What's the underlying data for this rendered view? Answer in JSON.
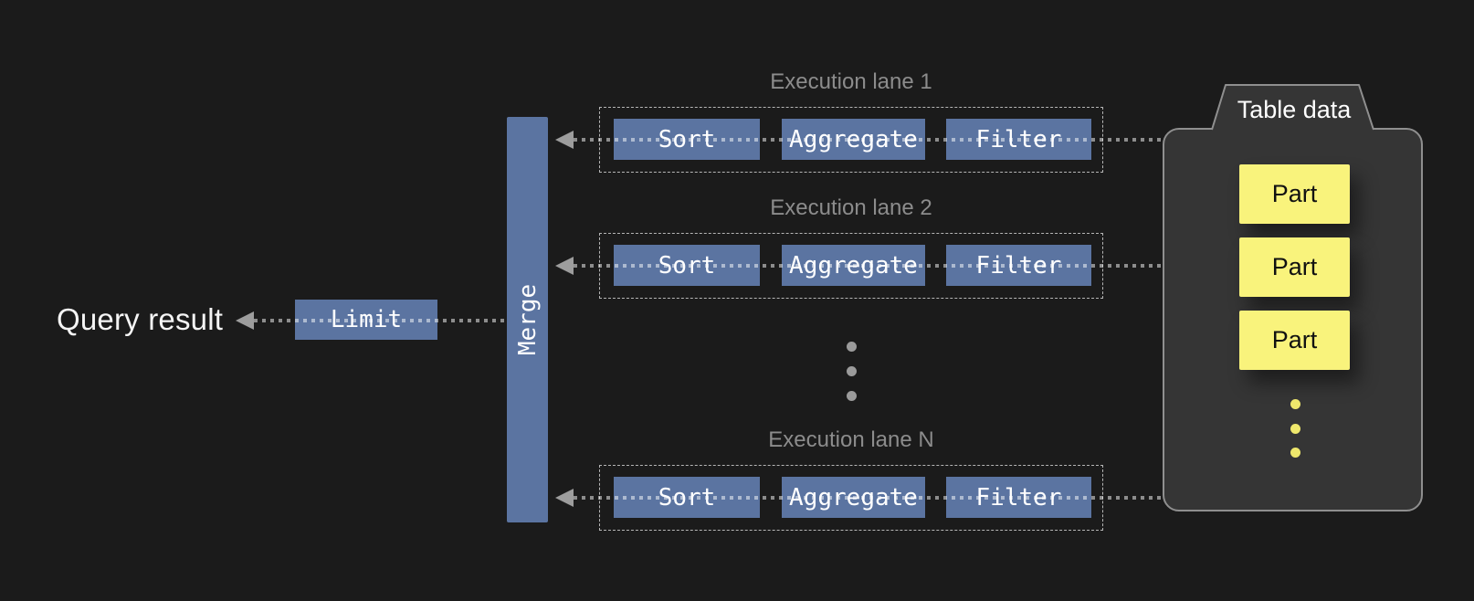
{
  "diagram": {
    "query_result": {
      "label": "Query result"
    },
    "limit": {
      "label": "Limit"
    },
    "merge": {
      "label": "Merge"
    },
    "lanes": [
      {
        "label": "Execution lane 1",
        "ops": [
          "Sort",
          "Aggregate",
          "Filter"
        ]
      },
      {
        "label": "Execution lane 2",
        "ops": [
          "Sort",
          "Aggregate",
          "Filter"
        ]
      },
      {
        "label": "Execution lane N",
        "ops": [
          "Sort",
          "Aggregate",
          "Filter"
        ]
      }
    ],
    "lanes_ellipsis_dots": 3,
    "table_data": {
      "label": "Table data",
      "parts": [
        "Part",
        "Part",
        "Part"
      ],
      "ellipsis_dots": 3
    },
    "colors": {
      "background": "#1b1b1b",
      "operator_blue": "#5b74a1",
      "part_yellow": "#f9f37c",
      "panel_gray": "#353535",
      "panel_border": "#8f8f8f",
      "flow_line_gray": "#9d9d9d",
      "lane_label_gray": "#8c8c8c",
      "text_white": "#f5f5f5"
    }
  }
}
